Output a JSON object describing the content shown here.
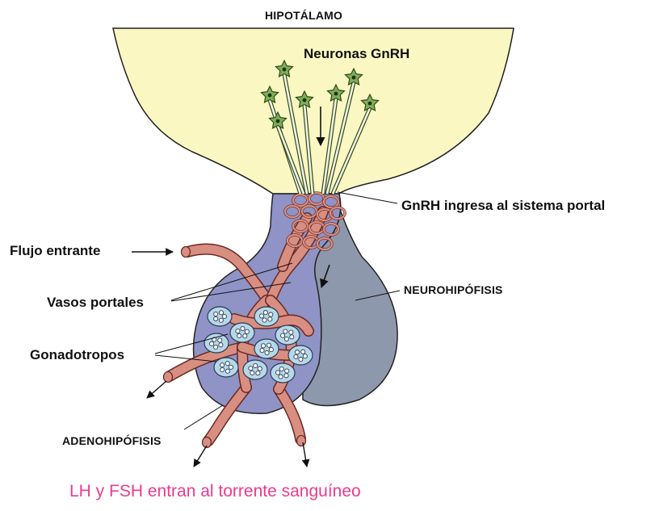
{
  "labels": {
    "hypothalamus": "HIPOTÁLAMO",
    "gnrh_neurons": "Neuronas GnRH",
    "gnrh_portal": "GnRH ingresa al sistema portal",
    "inflow": "Flujo entrante",
    "neurohypophysis": "NEUROHIPÓFISIS",
    "portal_vessels": "Vasos portales",
    "gonadotropes": "Gonadotropos",
    "adenohypophysis": "ADENOHIPÓFISIS",
    "caption": "LH y FSH entran al torrente sanguíneo"
  },
  "colors": {
    "hypothalamus_fill": "#fbf7c2",
    "pituitary_fill": "#8f93c6",
    "neuro_fill": "#8e98ac",
    "vessel_fill": "#d98e82",
    "vessel_stroke": "#6a2a22",
    "cell_fill": "#b6d8e8",
    "neuron_fill": "#7fae55",
    "caption_color": "#ee3a8c"
  }
}
